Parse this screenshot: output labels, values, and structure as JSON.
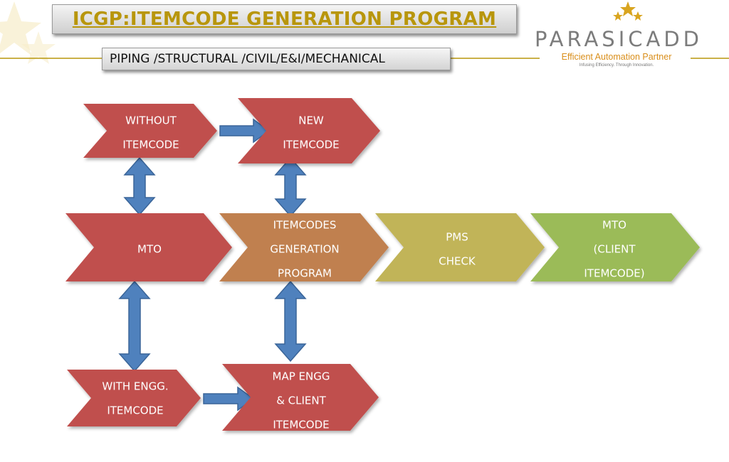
{
  "header": {
    "title": "ICGP:ITEMCODE GENERATION PROGRAM",
    "subtitle": "PIPING /STRUCTURAL /CIVIL/E&I/MECHANICAL"
  },
  "logo": {
    "name": "PARASICADD",
    "tagline": "Efficient Automation Partner",
    "subtagline": "Infusing Efficiency. Through Innovation."
  },
  "colors": {
    "red": "#c0504d",
    "brown": "#c0804f",
    "olive": "#c1b458",
    "green": "#9bbb59",
    "arrow_blue": "#4f81bd",
    "title_gold": "#b8960c",
    "logo_orange": "#d98e1a"
  },
  "nodes": [
    {
      "id": "without-itemcode",
      "lines": [
        "WITHOUT",
        "ITEMCODE"
      ],
      "color": "red"
    },
    {
      "id": "new-itemcode",
      "lines": [
        "NEW",
        "ITEMCODE"
      ],
      "color": "red"
    },
    {
      "id": "mto",
      "lines": [
        "MTO"
      ],
      "color": "red"
    },
    {
      "id": "itemcodes-generation-program",
      "lines": [
        "ITEMCODES",
        "GENERATION",
        "PROGRAM"
      ],
      "color": "brown"
    },
    {
      "id": "pms-check",
      "lines": [
        "PMS",
        "CHECK"
      ],
      "color": "olive"
    },
    {
      "id": "mto-client-itemcode",
      "lines": [
        "MTO",
        "(CLIENT",
        "ITEMCODE)"
      ],
      "color": "green"
    },
    {
      "id": "with-engg-itemcode",
      "lines": [
        "WITH ENGG.",
        "ITEMCODE"
      ],
      "color": "red"
    },
    {
      "id": "map-engg-client-itemcode",
      "lines": [
        "MAP ENGG",
        "& CLIENT",
        "ITEMCODE"
      ],
      "color": "red"
    }
  ],
  "edges": [
    {
      "from": "without-itemcode",
      "to": "new-itemcode",
      "type": "arrow"
    },
    {
      "from": "without-itemcode",
      "to": "mto",
      "type": "double-arrow"
    },
    {
      "from": "new-itemcode",
      "to": "itemcodes-generation-program",
      "type": "double-arrow"
    },
    {
      "from": "mto",
      "to": "with-engg-itemcode",
      "type": "double-arrow"
    },
    {
      "from": "itemcodes-generation-program",
      "to": "map-engg-client-itemcode",
      "type": "double-arrow"
    },
    {
      "from": "with-engg-itemcode",
      "to": "map-engg-client-itemcode",
      "type": "arrow"
    }
  ]
}
